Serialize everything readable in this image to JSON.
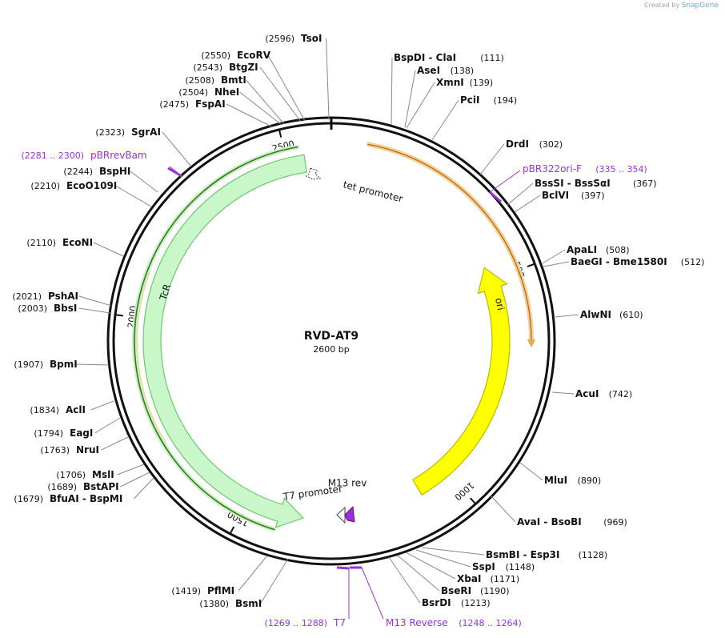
{
  "watermark": {
    "prefix": "Created by",
    "brand": "SnapGene"
  },
  "plasmid": {
    "name": "RVD-AT9",
    "size_label": "2600 bp",
    "length": 2600
  },
  "colors": {
    "ring": "#111111",
    "orf_fill": "#c9f7c9",
    "orf_stroke": "#6cc86c",
    "ori": "#ffff00",
    "ori_stroke": "#b8b800",
    "primer": "#9b30d9",
    "misc": "#f2c98a",
    "promoter": "#ffffff",
    "m13": "#9b30d9",
    "green_arc": "#2e7a1e"
  },
  "ticks": [
    "500",
    "1000",
    "1500",
    "2000",
    "2500"
  ],
  "features": {
    "tcr": "TcR",
    "ori": "ori",
    "tet_promoter": "tet promoter",
    "t7_promoter": "T7 promoter",
    "m13_rev": "M13 rev"
  },
  "sites": [
    {
      "name": "TsoI",
      "pos": "(2596)"
    },
    {
      "name": "EcoRV",
      "pos": "(2550)"
    },
    {
      "name": "BtgZI",
      "pos": "(2543)"
    },
    {
      "name": "BmtI",
      "pos": "(2508)"
    },
    {
      "name": "NheI",
      "pos": "(2504)"
    },
    {
      "name": "FspAI",
      "pos": "(2475)"
    },
    {
      "name": "SgrAI",
      "pos": "(2323)"
    },
    {
      "name": "BspHI",
      "pos": "(2244)"
    },
    {
      "name": "EcoO109I",
      "pos": "(2210)"
    },
    {
      "name": "EcoNI",
      "pos": "(2110)"
    },
    {
      "name": "PshAI",
      "pos": "(2021)"
    },
    {
      "name": "BbsI",
      "pos": "(2003)"
    },
    {
      "name": "BpmI",
      "pos": "(1907)"
    },
    {
      "name": "AclI",
      "pos": "(1834)"
    },
    {
      "name": "EagI",
      "pos": "(1794)"
    },
    {
      "name": "NruI",
      "pos": "(1763)"
    },
    {
      "name": "MslI",
      "pos": "(1706)"
    },
    {
      "name": "BstAPI",
      "pos": "(1689)"
    },
    {
      "name": "BfuAI  - BspMI",
      "pos": "(1679)"
    },
    {
      "name": "PflMI",
      "pos": "(1419)"
    },
    {
      "name": "BsmI",
      "pos": "(1380)"
    },
    {
      "name": "BspDI  - ClaI",
      "pos": "(111)"
    },
    {
      "name": "AseI",
      "pos": "(138)"
    },
    {
      "name": "XmnI",
      "pos": "(139)"
    },
    {
      "name": "PciI",
      "pos": "(194)"
    },
    {
      "name": "DrdI",
      "pos": "(302)"
    },
    {
      "name": "BssSI  - BssSαI",
      "pos": "(367)"
    },
    {
      "name": "BclVI",
      "pos": "(397)"
    },
    {
      "name": "ApaLI",
      "pos": "(508)"
    },
    {
      "name": "BaeGI  - Bme1580I",
      "pos": "(512)"
    },
    {
      "name": "AlwNI",
      "pos": "(610)"
    },
    {
      "name": "AcuI",
      "pos": "(742)"
    },
    {
      "name": "MluI",
      "pos": "(890)"
    },
    {
      "name": "AvaI  - BsoBI",
      "pos": "(969)"
    },
    {
      "name": "BsmBI  - Esp3I",
      "pos": "(1128)"
    },
    {
      "name": "SspI",
      "pos": "(1148)"
    },
    {
      "name": "XbaI",
      "pos": "(1171)"
    },
    {
      "name": "BseRI",
      "pos": "(1190)"
    },
    {
      "name": "BsrDI",
      "pos": "(1213)"
    }
  ],
  "primers": [
    {
      "name": "pBRrevBam",
      "range": "(2281 .. 2300)"
    },
    {
      "name": "pBR322ori-F",
      "range": "(335 .. 354)"
    },
    {
      "name": "T7",
      "range": "(1269 .. 1288)"
    },
    {
      "name": "M13 Reverse",
      "range": "(1248 .. 1264)"
    }
  ]
}
